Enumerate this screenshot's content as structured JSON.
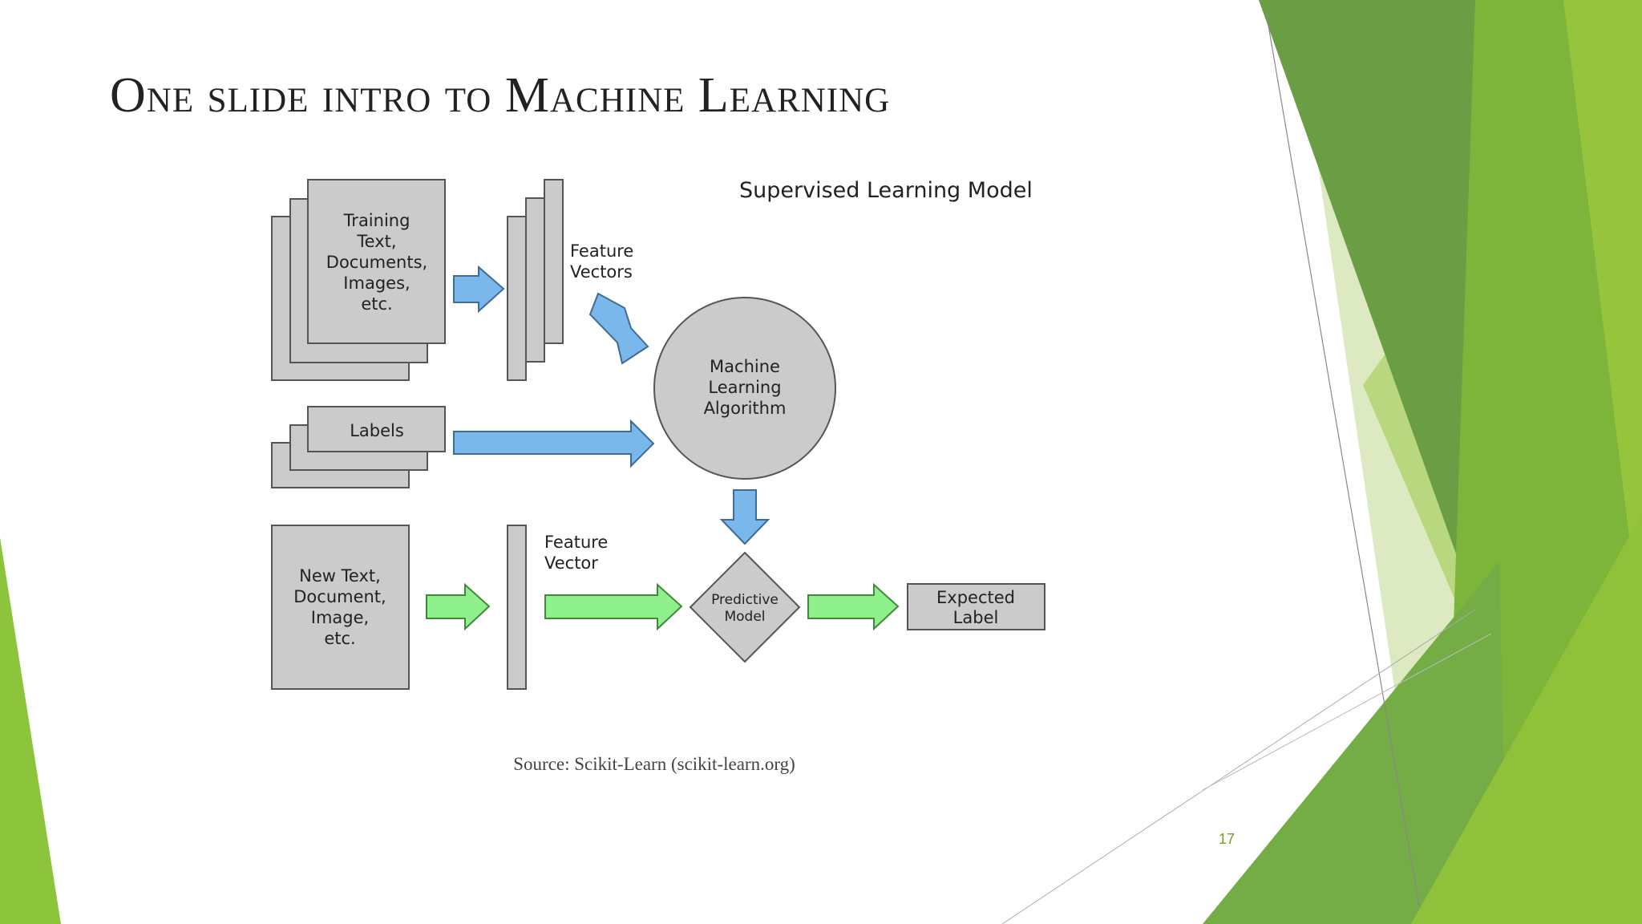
{
  "slide": {
    "title": "One slide intro to Machine Learning",
    "source": "Source: Scikit-Learn (scikit-learn.org)",
    "page_number": "17"
  },
  "diagram": {
    "heading": "Supervised Learning Model",
    "training_docs": [
      "Training",
      "Text,",
      "Documents,",
      "Images,",
      "etc."
    ],
    "feature_vectors": [
      "Feature",
      "Vectors"
    ],
    "labels": "Labels",
    "ml_algorithm": [
      "Machine",
      "Learning",
      "Algorithm"
    ],
    "new_doc": [
      "New Text,",
      "Document,",
      "Image,",
      "etc."
    ],
    "feature_vector": [
      "Feature",
      "Vector"
    ],
    "predictive_model": [
      "Predictive",
      "Model"
    ],
    "expected_label": [
      "Expected",
      "Label"
    ]
  },
  "colors": {
    "green_dark": "#5f9a3a",
    "green_mid": "#7ab648",
    "green_light": "#9bc74b",
    "green_pale": "#dbe9bf",
    "box_fill": "#cbcbcb",
    "box_stroke": "#555555",
    "arrow_blue": "#7ab8ec",
    "arrow_green": "#8ef08a"
  }
}
